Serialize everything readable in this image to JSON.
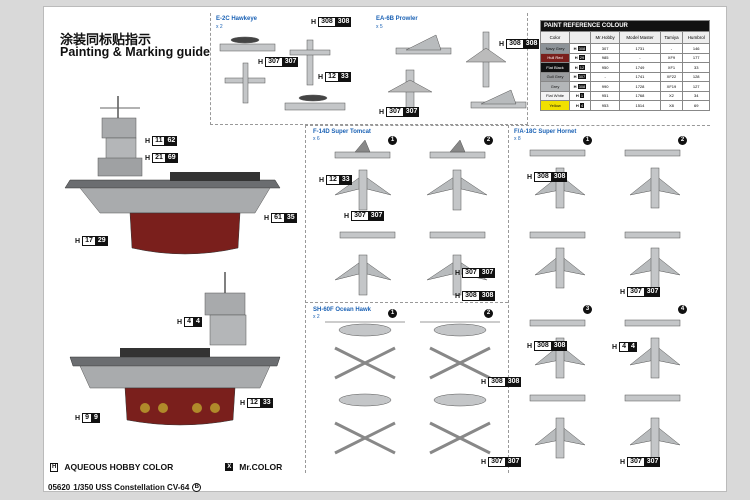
{
  "header": {
    "title_cn": "涂装同标贴指示",
    "title_en": "Painting & Marking guide"
  },
  "sections": {
    "hawkeye": {
      "title": "E-2C Hawkeye",
      "count": "x 2"
    },
    "prowler": {
      "title": "EA-6B Prowler",
      "count": "x 5"
    },
    "tomcat": {
      "title": "F-14D Super Tomcat",
      "count": "x 6"
    },
    "hornet": {
      "title": "F/A-18C Super Hornet",
      "count": "x 8"
    },
    "seahawk": {
      "title": "SH-60F Ocean Hawk",
      "count": "x 2"
    }
  },
  "steps": [
    "1",
    "2",
    "3",
    "4"
  ],
  "paint_table": {
    "title": "PAINT REFERENCE COLOUR",
    "columns": [
      "Color",
      "Mr.Hobby",
      "Model Master",
      "Tamiya",
      "Humbrol"
    ],
    "rows": [
      {
        "name": "Navy Grey",
        "code": "308",
        "mh": "307",
        "mm": "1731",
        "tam": "-",
        "hum": "146",
        "swatch": "#8d9398"
      },
      {
        "name": "Hull Red",
        "code": "29",
        "mh": "985",
        "mm": "-",
        "tam": "XF9",
        "hum": "177",
        "swatch": "#7a1f1c"
      },
      {
        "name": "Flat Black",
        "code": "12",
        "mh": "950",
        "mm": "1749",
        "tam": "XF1",
        "hum": "33",
        "swatch": "#111111"
      },
      {
        "name": "Gull Grey",
        "code": "307",
        "mh": "-",
        "mm": "1741",
        "tam": "XF22",
        "hum": "128",
        "swatch": "#9a9c9e"
      },
      {
        "name": "Grey",
        "code": "308",
        "mh": "990",
        "mm": "1728",
        "tam": "XF19",
        "hum": "127",
        "swatch": "#b3b6b8"
      },
      {
        "name": "Flat White",
        "code": "1",
        "mh": "951",
        "mm": "1768",
        "tam": "X2",
        "hum": "34",
        "swatch": "#f4f4f4"
      },
      {
        "name": "Yellow",
        "code": "4",
        "mh": "953",
        "mm": "1514",
        "tam": "X8",
        "hum": "69",
        "swatch": "#f0e000"
      }
    ]
  },
  "ship_callouts": [
    {
      "h": "H",
      "w": "11",
      "b": "62"
    },
    {
      "h": "H",
      "w": "21",
      "b": "69"
    },
    {
      "h": "H",
      "w": "61",
      "b": "35"
    },
    {
      "h": "H",
      "w": "17",
      "b": "29"
    },
    {
      "h": "H",
      "w": "4",
      "b": "4"
    },
    {
      "h": "H",
      "w": "12",
      "b": "33"
    },
    {
      "h": "H",
      "w": "9",
      "b": "9"
    }
  ],
  "aircraft_callouts": [
    {
      "h": "H",
      "w": "308",
      "b": "308"
    },
    {
      "h": "H",
      "w": "307",
      "b": "307"
    },
    {
      "h": "H",
      "w": "12",
      "b": "33"
    },
    {
      "h": "H",
      "w": "308",
      "b": "308"
    },
    {
      "h": "H",
      "w": "307",
      "b": "307"
    },
    {
      "h": "H",
      "w": "12",
      "b": "33"
    },
    {
      "h": "H",
      "w": "307",
      "b": "307"
    },
    {
      "h": "H",
      "w": "308",
      "b": "308"
    },
    {
      "h": "H",
      "w": "308",
      "b": "308"
    },
    {
      "h": "H",
      "w": "307",
      "b": "307"
    },
    {
      "h": "H",
      "w": "308",
      "b": "308"
    },
    {
      "h": "H",
      "w": "307",
      "b": "307"
    },
    {
      "h": "H",
      "w": "308",
      "b": "308"
    },
    {
      "h": "H",
      "w": "4",
      "b": "4"
    },
    {
      "h": "H",
      "w": "307",
      "b": "307"
    },
    {
      "h": "H",
      "w": "307",
      "b": "307"
    }
  ],
  "legend": {
    "aqueous_label": "AQUEOUS HOBBY COLOR",
    "mr_label": "Mr.COLOR",
    "aqueous_box": "H",
    "mr_box": "X"
  },
  "footer": {
    "code": "05620",
    "title": "1/350 USS Constellation CV-64",
    "suffix": "B"
  }
}
